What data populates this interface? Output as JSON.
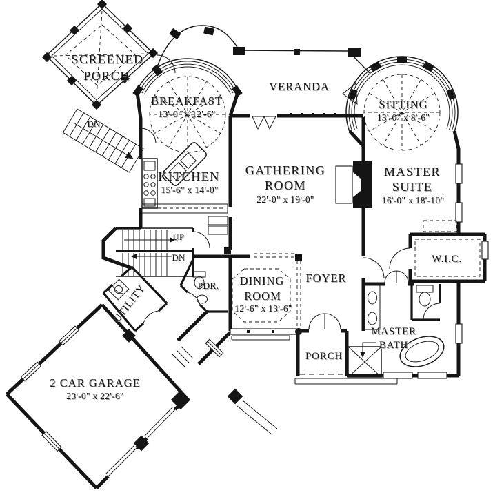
{
  "drawing": "first-floor-plan",
  "colors": {
    "ink": "#151515",
    "background": "#ffffff",
    "label_shadow": "#a9a9a9"
  },
  "rooms": {
    "screened_porch": {
      "line1": "SCREENED",
      "line2": "PORCH"
    },
    "breakfast": {
      "name": "BREAKFAST",
      "dims": "13'-0\" x 12'-6\""
    },
    "veranda": {
      "name": "VERANDA"
    },
    "sitting": {
      "name": "SITTING",
      "dims": "13'-0\" x 8'-6\""
    },
    "kitchen": {
      "name": "KITCHEN",
      "dims": "15'-6\" x 14'-0\""
    },
    "gathering": {
      "line1": "GATHERING",
      "line2": "ROOM",
      "dims": "22'-0\" x 19'-0\""
    },
    "master_suite": {
      "line1": "MASTER",
      "line2": "SUITE",
      "dims": "16'-0\" x 18'-10\""
    },
    "wic": {
      "name": "W.I.C."
    },
    "dining": {
      "line1": "DINING",
      "line2": "ROOM",
      "dims": "12'-6\" x 13'-6\""
    },
    "foyer": {
      "name": "FOYER"
    },
    "master_bath": {
      "line1": "MASTER",
      "line2": "BATH"
    },
    "porch": {
      "name": "PORCH"
    },
    "utility": {
      "name": "UTILITY"
    },
    "pdr": {
      "name": "PDR."
    },
    "garage": {
      "name": "2 CAR GARAGE",
      "dims": "23'-0\" x 22'-6\""
    }
  },
  "stairs": {
    "up": "UP",
    "down": "DN",
    "porch_down": "DN"
  }
}
